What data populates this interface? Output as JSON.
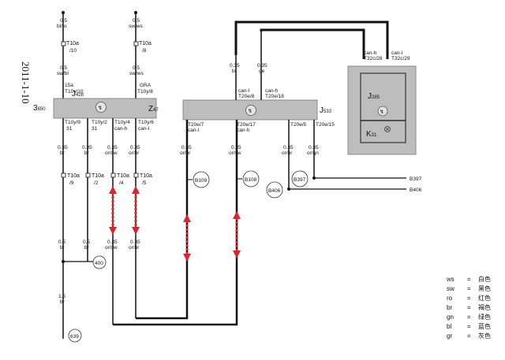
{
  "date_stamp": "2011-1-10",
  "top_left": {
    "wire_a": "0.5",
    "color_a": "bl/ro",
    "conn_a": "T10a",
    "pin_a": "/10",
    "wire_a2": "0.5",
    "color_a2": "sw/bl",
    "wire_b": "0.5",
    "color_b": "sw/ws",
    "conn_b": "T10a",
    "pin_b": "/8",
    "wire_b2": "0.5",
    "color_b2": "sw/ws"
  },
  "module_left": {
    "label_pin15": "15a",
    "label_gra": "GRA",
    "label_t10y10": "T10y/10",
    "label_t10y8": "T10y/8",
    "id_j": "J",
    "id_j_sub": "428",
    "id_3": "3",
    "id_3_sub": "650",
    "id_z": "Z",
    "id_z_sub": "47",
    "pins": [
      "T10y/9",
      "T10y/2",
      "T10y/4",
      "T10y/6"
    ],
    "pins2": [
      "31",
      "31",
      "can-h",
      "can-l"
    ]
  },
  "module_mid": {
    "id_j": "J",
    "id_j_sub": "533",
    "top_wire1": "0.35",
    "top_color1": "br",
    "top_wire2": "0.35",
    "top_color2": "ge",
    "top_pin1a": "can-l",
    "top_pin1b": "T20e/8",
    "top_pin2a": "can-h",
    "top_pin2b": "T20e/18",
    "pins": [
      "T20e/7",
      "T20e/17",
      "T20e/5",
      "T20e/15"
    ],
    "pins2": [
      "can-l",
      "can-h",
      "",
      ""
    ]
  },
  "module_right": {
    "id_j": "J",
    "id_j_sub": "285",
    "id_k": "K",
    "id_k_sub": "31",
    "pin1a": "can-h",
    "pin1b": "T32c/28",
    "pin2a": "can-l",
    "pin2b": "T32c/29"
  },
  "lower_wires": [
    {
      "w": "0.35",
      "c": "br"
    },
    {
      "w": "0.35",
      "c": "br"
    },
    {
      "w": "0.35",
      "c": "or/sw"
    },
    {
      "w": "0.35",
      "c": "or/br"
    },
    {
      "w": "0.35",
      "c": "or/br"
    },
    {
      "w": "0.35",
      "c": "or/sw"
    },
    {
      "w": "0.35",
      "c": "or/br"
    },
    {
      "w": "0.35",
      "c": "or/gn"
    }
  ],
  "lower_connectors": [
    {
      "c": "T10a",
      "p": "/9"
    },
    {
      "c": "T10a",
      "p": "/2"
    },
    {
      "c": "T10a",
      "p": "/4"
    },
    {
      "c": "T10a",
      "p": "/5"
    }
  ],
  "nodes": {
    "b109": "B109",
    "b108": "B108",
    "b406": "B406",
    "b397": "B397",
    "n400": "400",
    "n639": "639"
  },
  "right_labels": {
    "b397": "B397",
    "b406": "B406"
  },
  "bottom_wires": [
    {
      "w": "0.5",
      "c": "br"
    },
    {
      "w": "0.5",
      "c": "br"
    },
    {
      "w": "0.35",
      "c": "or/sw"
    },
    {
      "w": "0.35",
      "c": "or/br"
    },
    {
      "w": "1.5",
      "c": "br"
    }
  ],
  "legend": [
    {
      "code": "ws",
      "eq": "=",
      "name": "白色"
    },
    {
      "code": "sw",
      "eq": "=",
      "name": "黑色"
    },
    {
      "code": "ro",
      "eq": "=",
      "name": "红色"
    },
    {
      "code": "br",
      "eq": "=",
      "name": "褐色"
    },
    {
      "code": "gn",
      "eq": "=",
      "name": "绿色"
    },
    {
      "code": "bl",
      "eq": "=",
      "name": "蓝色"
    },
    {
      "code": "gr",
      "eq": "=",
      "name": "灰色"
    }
  ],
  "colors": {
    "module_fill": "#bdbdbd",
    "arrow": "#e0232a",
    "wire": "#111111"
  }
}
